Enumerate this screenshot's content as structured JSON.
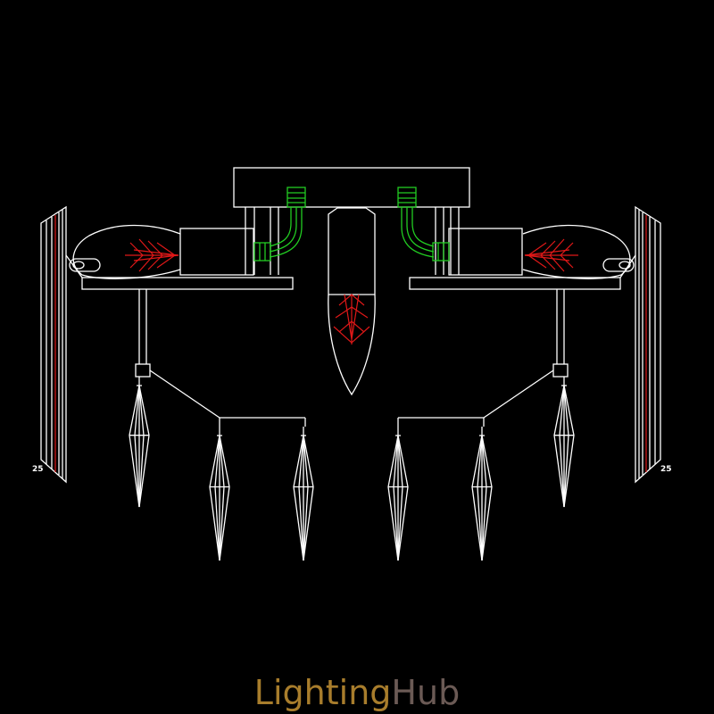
{
  "drawing": {
    "line_color": "#ffffff",
    "accent_red": "#e01818",
    "accent_green": "#22cc22",
    "background": "#000000",
    "side_labels": {
      "left": "25",
      "right": "25"
    }
  },
  "watermark": {
    "part1": "Lighting",
    "part2": "Hub",
    "color1": "#a87d2c",
    "color2": "#6b5a55"
  }
}
